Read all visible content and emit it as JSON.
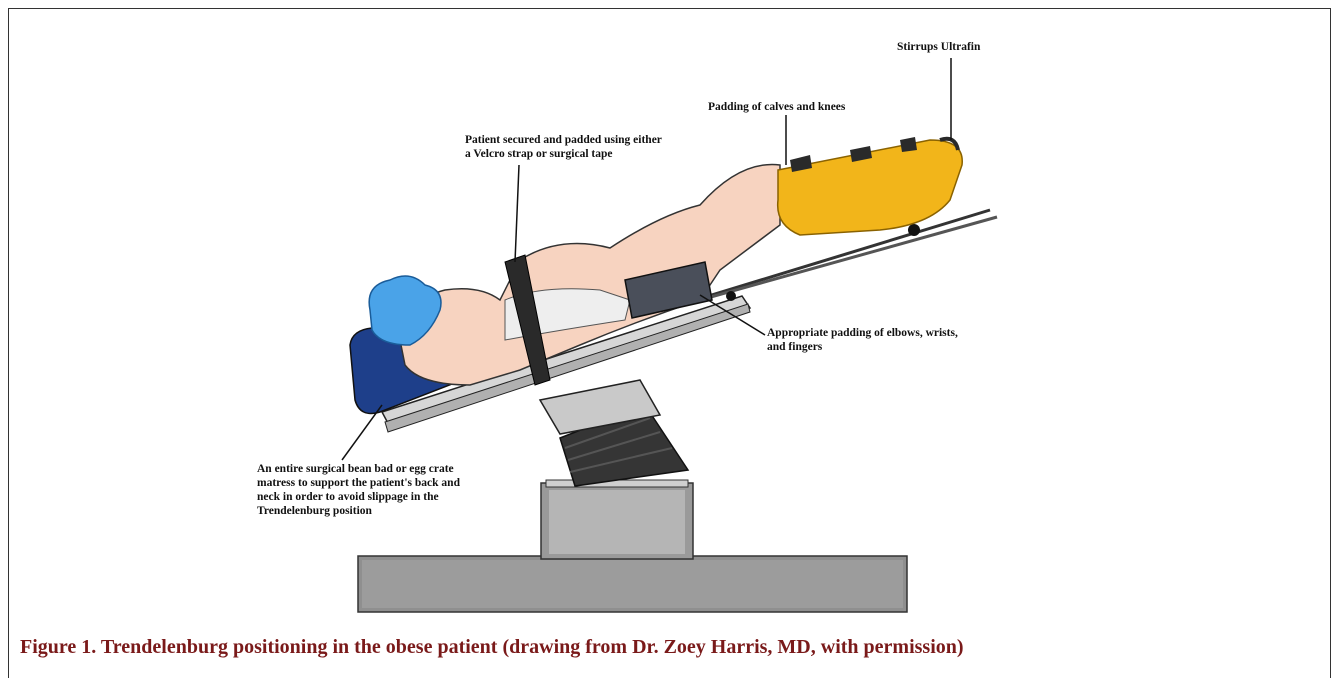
{
  "labels": {
    "stirrups": "Stirrups Ultrafin",
    "calves": "Padding of calves and knees",
    "strap": "Patient secured and padded using either a Velcro strap or surgical tape",
    "elbows": "Appropriate padding of elbows, wrists, and fingers",
    "mattress": "An entire surgical bean bad or egg crate matress to support the patient's back and neck in order to avoid slippage in the Trendelenburg position"
  },
  "caption": "Figure 1. Trendelenburg positioning in the obese patient (drawing from Dr. Zoey Harris, MD, with permission)",
  "colors": {
    "cap": "#4aa3e8",
    "headrest": "#1e3f8a",
    "skin": "#f7d3c0",
    "leg_support": "#f2b51a",
    "table": "#c9c9c9",
    "base": "#8f8f8f",
    "column": "#333333",
    "padding": "#4a4f5a",
    "caption": "#7a1a1a"
  },
  "icons": {
    "figure": "surgical-table-patient-drawing"
  }
}
